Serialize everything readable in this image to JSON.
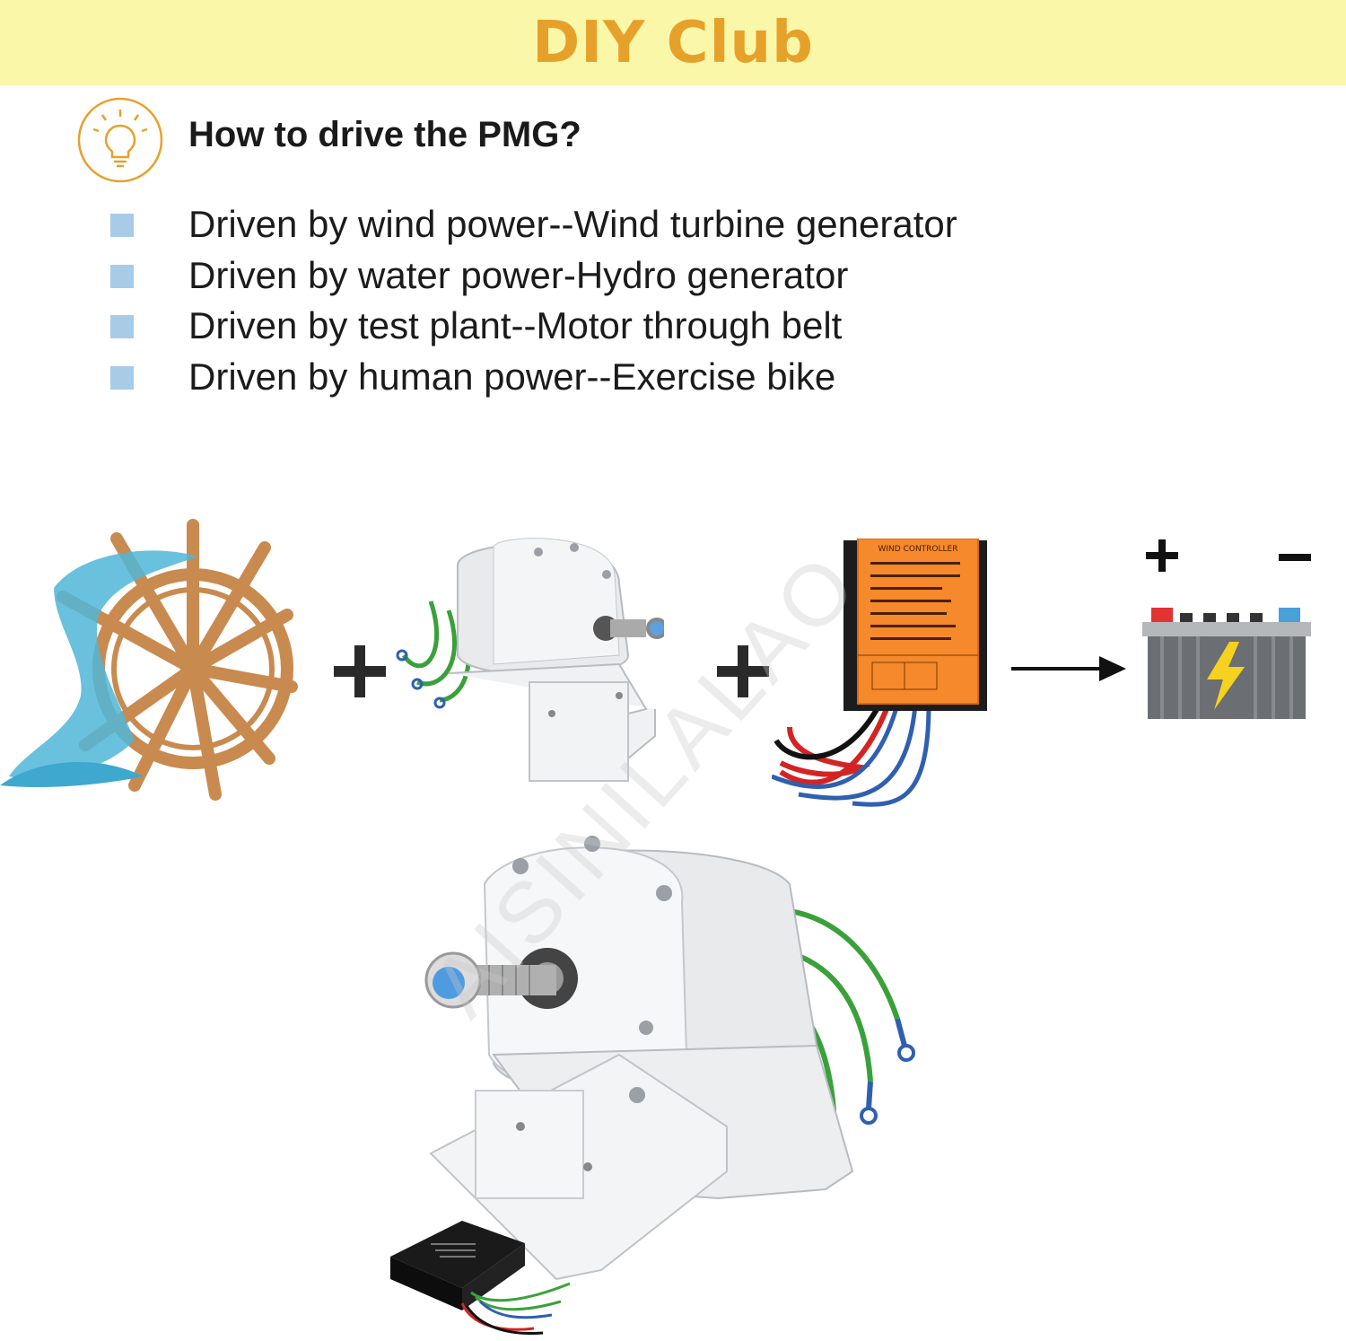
{
  "banner": {
    "title": "DIY Club"
  },
  "section": {
    "icon": "lightbulb-icon",
    "heading": "How to drive the PMG?"
  },
  "bullets": [
    {
      "text": "Driven by wind power--Wind turbine generator"
    },
    {
      "text": "Driven by water power-Hydro generator"
    },
    {
      "text": "Driven by test plant--Motor through belt"
    },
    {
      "text": "Driven by human power--Exercise bike"
    }
  ],
  "diagram": {
    "items": [
      "waterwheel-icon",
      "plus-icon",
      "generator-icon",
      "plus-icon",
      "controller-icon",
      "arrow-right-icon",
      "battery-icon"
    ],
    "battery": {
      "plus": "+",
      "minus": "−"
    },
    "controller_label": "WIND CONTROLLER"
  },
  "watermark": "AISINILALAO",
  "colors": {
    "banner_bg": "#fbf7a9",
    "banner_text": "#e6a12a",
    "bullet": "#a8cbe8",
    "wheel": "#c98a4f",
    "water": "#4fb6d8",
    "controller": "#f5892b"
  }
}
